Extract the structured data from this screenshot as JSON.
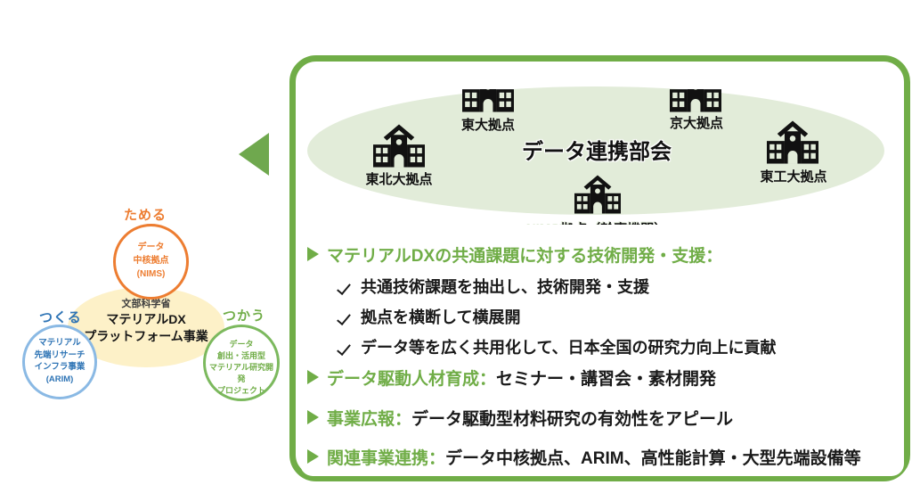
{
  "palette": {
    "green": "#70ad47",
    "light_green_fill": "#e2ecd9",
    "orange": "#ed7d31",
    "blue_border": "#8ab9e4",
    "blue_text": "#2e74b5",
    "yellow_fill": "#fdf1c8",
    "black": "#1a1a1a"
  },
  "icons": {
    "bullet": "right-arrowhead",
    "check": "check-mark",
    "building": "school-building"
  },
  "left_cluster": {
    "tameru_label": "ためる",
    "nims_circle": {
      "lines": [
        "データ",
        "中核拠点",
        "(NIMS)"
      ]
    },
    "mext_ellipse": {
      "lines": [
        "文部科学省",
        "マテリアルDX",
        "プラットフォーム事業"
      ]
    },
    "tsukuru_label": "つくる",
    "arim_circle": {
      "lines": [
        "マテリアル",
        "先端リサーチ",
        "インフラ事業",
        "(ARIM)"
      ]
    },
    "tsukau_label": "つかう",
    "project_circle": {
      "lines": [
        "データ",
        "創出・活用型",
        "マテリアル研究開発",
        "プロジェクト"
      ]
    }
  },
  "hub": {
    "title": "データ連携部会",
    "sites": [
      {
        "name": "東大拠点"
      },
      {
        "name": "京大拠点"
      },
      {
        "name": "東北大拠点"
      },
      {
        "name": "東工大拠点"
      },
      {
        "name": "NIMS拠点（幹事機関）"
      }
    ]
  },
  "activities": {
    "items": [
      {
        "label": "マテリアルDXの共通課題に対する技術開発・支援：",
        "detail": "",
        "subitems": [
          "共通技術課題を抽出し、技術開発・支援",
          "拠点を横断して横展開",
          "データ等を広く共用化して、日本全国の研究力向上に貢献"
        ]
      },
      {
        "label": "データ駆動人材育成：",
        "detail": "セミナー・講習会・素材開発"
      },
      {
        "label": "事業広報：",
        "detail": "データ駆動型材料研究の有効性をアピール"
      },
      {
        "label": "関連事業連携：",
        "detail": "データ中核拠点、ARIM、高性能計算・大型先端設備等"
      }
    ]
  }
}
